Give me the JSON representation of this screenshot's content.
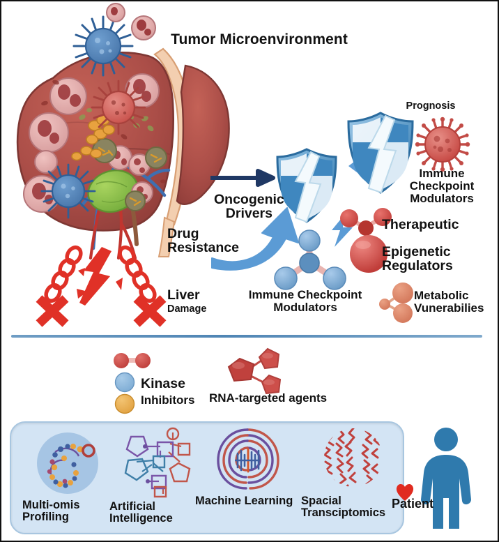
{
  "figure": {
    "title": "Tumor Microenvironment",
    "domain": "scientific-graphical-abstract"
  },
  "colors": {
    "shield_blue": "#3f87bf",
    "shield_light": "#dbeaf5",
    "arrow_dark": "#1f3864",
    "arrow_light": "#5b9bd5",
    "damage_red": "#e03127",
    "virus_red": "#d9534f",
    "molecule_red": "#d0514c",
    "molecule_blue": "#8cb4d8",
    "molecule_salmon": "#e08a6e",
    "kinase_blue": "#8cb4d8",
    "kinase_orange": "#e8ac4e",
    "panel_bg": "#d3e4f4",
    "panel_border": "#a8c6e0",
    "patient_blue": "#2f7aad",
    "heart_red": "#e02b20",
    "divider_blue": "#4f85b4",
    "liver_dark": "#a14641",
    "liver_mid": "#b5524c",
    "gallbladder_green": "#8cbf4a",
    "text_black": "#111111"
  },
  "tumor_microenvironment": {
    "liver_illustration": {
      "name": "liver-with-tumors",
      "features": [
        "liver-lobes",
        "tumor-cells",
        "immune-cells",
        "virus-particles",
        "gallbladder",
        "hepatic-vessels",
        "bile-duct"
      ]
    },
    "labels": {
      "oncogenic_drivers": "Oncogenic\nDrivers",
      "drug_resistance": "Drug\nResistance",
      "liver_damage_primary": "Liver",
      "liver_damage_secondary": "Damage",
      "prognosis": "Prognosis",
      "immune_checkpoint_modulators_right": "Immune\nCheckpoint\nModulators",
      "immune_checkpoint_modulators_center": "Immune Checkpoint\nModulators",
      "therapeutic": "Therapeutic",
      "epigenetic_regulators": "Epigenetic\nRegulators",
      "metabolic_vulnerabilities": "Metabolic\nVunerabilies"
    },
    "icons": {
      "shield_large": "shield-cracked-icon",
      "shield_small": "shield-cracked-icon",
      "arrow_straight": "arrow-right-icon",
      "arrow_curved": "arrow-curved-up-icon",
      "arrow_incoming": "arrow-left-down-icon",
      "virus": "virus-icon",
      "broken_chain": "broken-chain-icon",
      "cross": "red-x-icon",
      "lightning": "lightning-crack-icon",
      "molecule_blue": "molecule-blue-icon",
      "molecule_red": "molecule-red-icon",
      "molecule_salmon": "molecule-salmon-icon"
    }
  },
  "legend": {
    "kinase_inhibitors": {
      "line1": "Kinase",
      "line2": "Inhibitors",
      "swatches": [
        "molecule-red-dimer",
        "circle-blue",
        "circle-orange"
      ]
    },
    "rna_targeted_agents": {
      "label": "RNA-targeted agents",
      "icon": "pentagon-cluster-red-icon"
    }
  },
  "bottom_panel": {
    "items": [
      {
        "label": "Multi-omis\nProfiling",
        "icon": "omics-circle-icon"
      },
      {
        "label": "Artificial\nIntelligence",
        "icon": "network-nodes-icon"
      },
      {
        "label": "Machine Learning",
        "icon": "fingerprint-barcode-icon"
      },
      {
        "label": "Spacial\nTransciptomics",
        "icon": "spatial-dots-icon"
      }
    ]
  },
  "patient": {
    "label": "Patient",
    "icon": "person-icon",
    "accessory_icon": "heart-icon"
  }
}
